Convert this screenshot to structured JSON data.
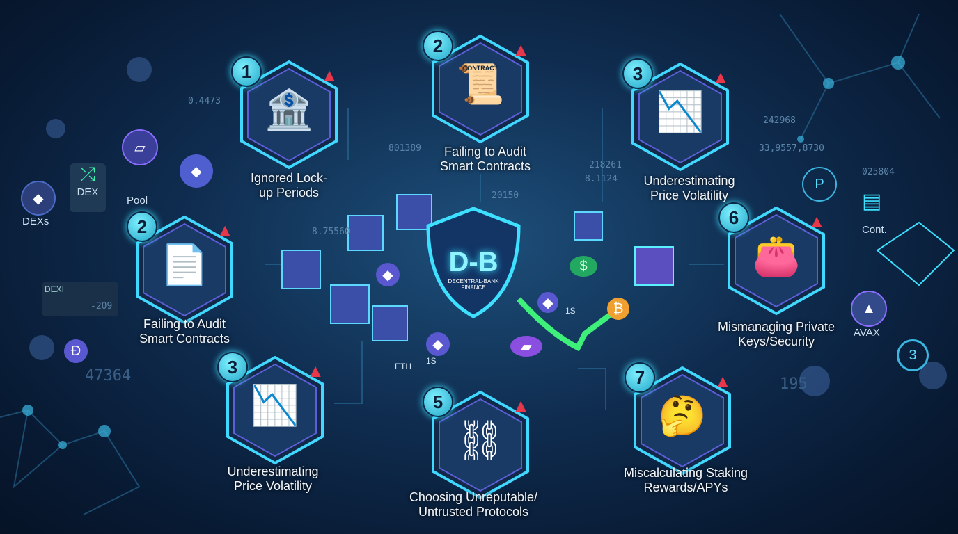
{
  "center": {
    "logo": "D-B",
    "subtitle_1": "DECENTRAL-BANK",
    "subtitle_2": "FINANCE"
  },
  "mistakes": [
    {
      "number": "1",
      "label_1": "Ignored Lock-",
      "label_2": "up Periods",
      "icon": "safe-icon"
    },
    {
      "number": "2",
      "label_1": "Failing to Audit",
      "label_2": "Smart Contracts",
      "icon": "contract-icon",
      "icon_text": "CONTRACT"
    },
    {
      "number": "3",
      "label_1": "Underestimating",
      "label_2": "Price Volatility",
      "icon": "price-chart-icon"
    },
    {
      "number": "2",
      "label_1": "Failing to Audit",
      "label_2": "Smart Contracts",
      "icon": "broken-contract-icon"
    },
    {
      "number": "6",
      "label_1": "Mismanaging Private",
      "label_2": "Keys/Security",
      "icon": "wallet-icon"
    },
    {
      "number": "3",
      "label_1": "Underestimating",
      "label_2": "Price Volatility",
      "icon": "price-chart-icon"
    },
    {
      "number": "5",
      "label_1": "Choosing Unreputable/",
      "label_2": "Untrusted Protocols",
      "icon": "broken-chain-icon"
    },
    {
      "number": "7",
      "label_1": "Miscalculating Staking",
      "label_2": "Rewards/APYs",
      "icon": "confused-person-icon"
    }
  ],
  "side_labels": {
    "dexs": "DEXs",
    "dex": "DEX",
    "pool": "Pool",
    "dexi": "DEXI",
    "cont": "Cont.",
    "avax": "AVAX",
    "eth": "ETH",
    "one_s_a": "1S",
    "one_s_b": "1S"
  },
  "numbers": [
    "0.4473",
    "-209",
    "47364",
    "801389",
    "8.75560",
    "20150",
    "218261",
    "8.1124",
    "242968",
    "33,9557,8730",
    "025804",
    "195"
  ],
  "colors": {
    "accent": "#3de0ff",
    "warning": "#e8374a",
    "purple": "#7b5cff"
  }
}
